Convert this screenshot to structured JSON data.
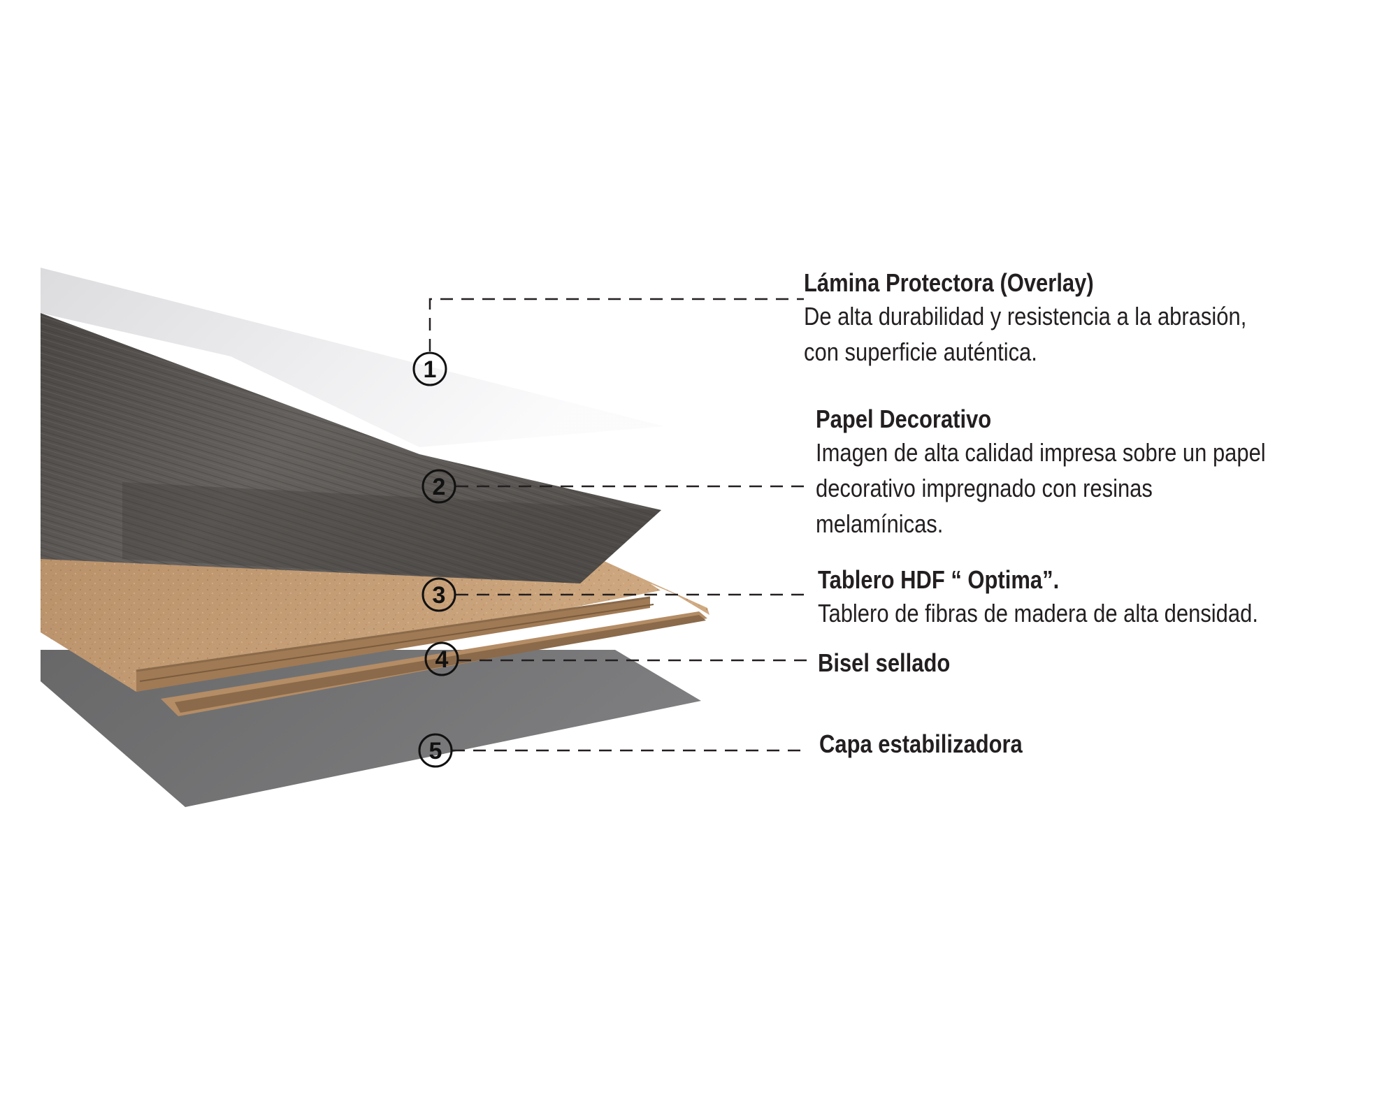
{
  "layers": [
    {
      "number": "1",
      "title": "Lámina Protectora (Overlay)",
      "description": [
        "De alta durabilidad y  resistencia a la abrasión,",
        "con superficie auténtica."
      ]
    },
    {
      "number": "2",
      "title": "Papel Decorativo",
      "description": [
        "Imagen de alta calidad impresa sobre un papel",
        "decorativo impregnado con resinas",
        "melamínicas."
      ]
    },
    {
      "number": "3",
      "title": "Tablero HDF “ Optima”.",
      "description": [
        "Tablero de fibras de madera de alta densidad."
      ]
    },
    {
      "number": "4",
      "title": "Bisel sellado",
      "description": []
    },
    {
      "number": "5",
      "title": "Capa estabilizadora",
      "description": []
    }
  ],
  "colors": {
    "overlay": "#e9e9eb",
    "decor_wood": "#5d5a58",
    "hdf_board": "#c29b72",
    "hdf_edge": "#8a6a4a",
    "stabilizer": "#747476",
    "leader_line": "#231f20",
    "text": "#231f20"
  }
}
